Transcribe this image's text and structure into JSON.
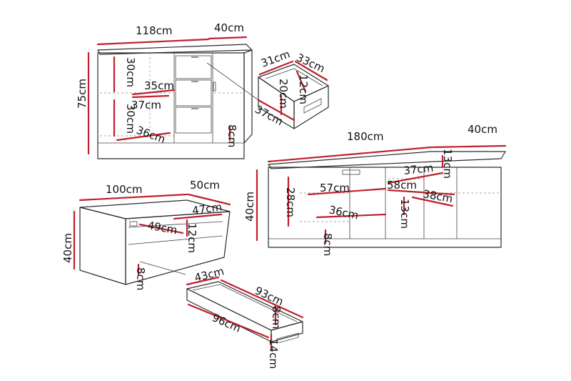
{
  "sideboard": {
    "width": "118cm",
    "depth": "40cm",
    "height": "75cm",
    "shelf_top_h": "30cm",
    "shelf_bot_h": "30cm",
    "inner_w1": "35cm",
    "inner_w2": "37cm",
    "bottom_w": "36cm",
    "plinth": "8cm"
  },
  "drawer_small": {
    "w": "31cm",
    "d": "33cm",
    "h1": "12cm",
    "h2": "20cm",
    "len": "37cm"
  },
  "tv_unit": {
    "width": "180cm",
    "depth": "40cm",
    "height": "40cm",
    "top_gap": "13cm",
    "inner_w": "37cm",
    "niche_h": "28cm",
    "niche_w": "57cm",
    "mid_w": "58cm",
    "right_w": "38cm",
    "low_w": "36cm",
    "mid_h": "13cm",
    "plinth": "8cm"
  },
  "coffee_table": {
    "width": "100cm",
    "depth": "50cm",
    "height": "40cm",
    "inner_d": "47cm",
    "inner_w": "49cm",
    "shelf_h": "12cm",
    "plinth": "8cm"
  },
  "drawer_large": {
    "w": "43cm",
    "len": "93cm",
    "h1": "8cm",
    "len2": "96cm",
    "h2": "14cm"
  }
}
